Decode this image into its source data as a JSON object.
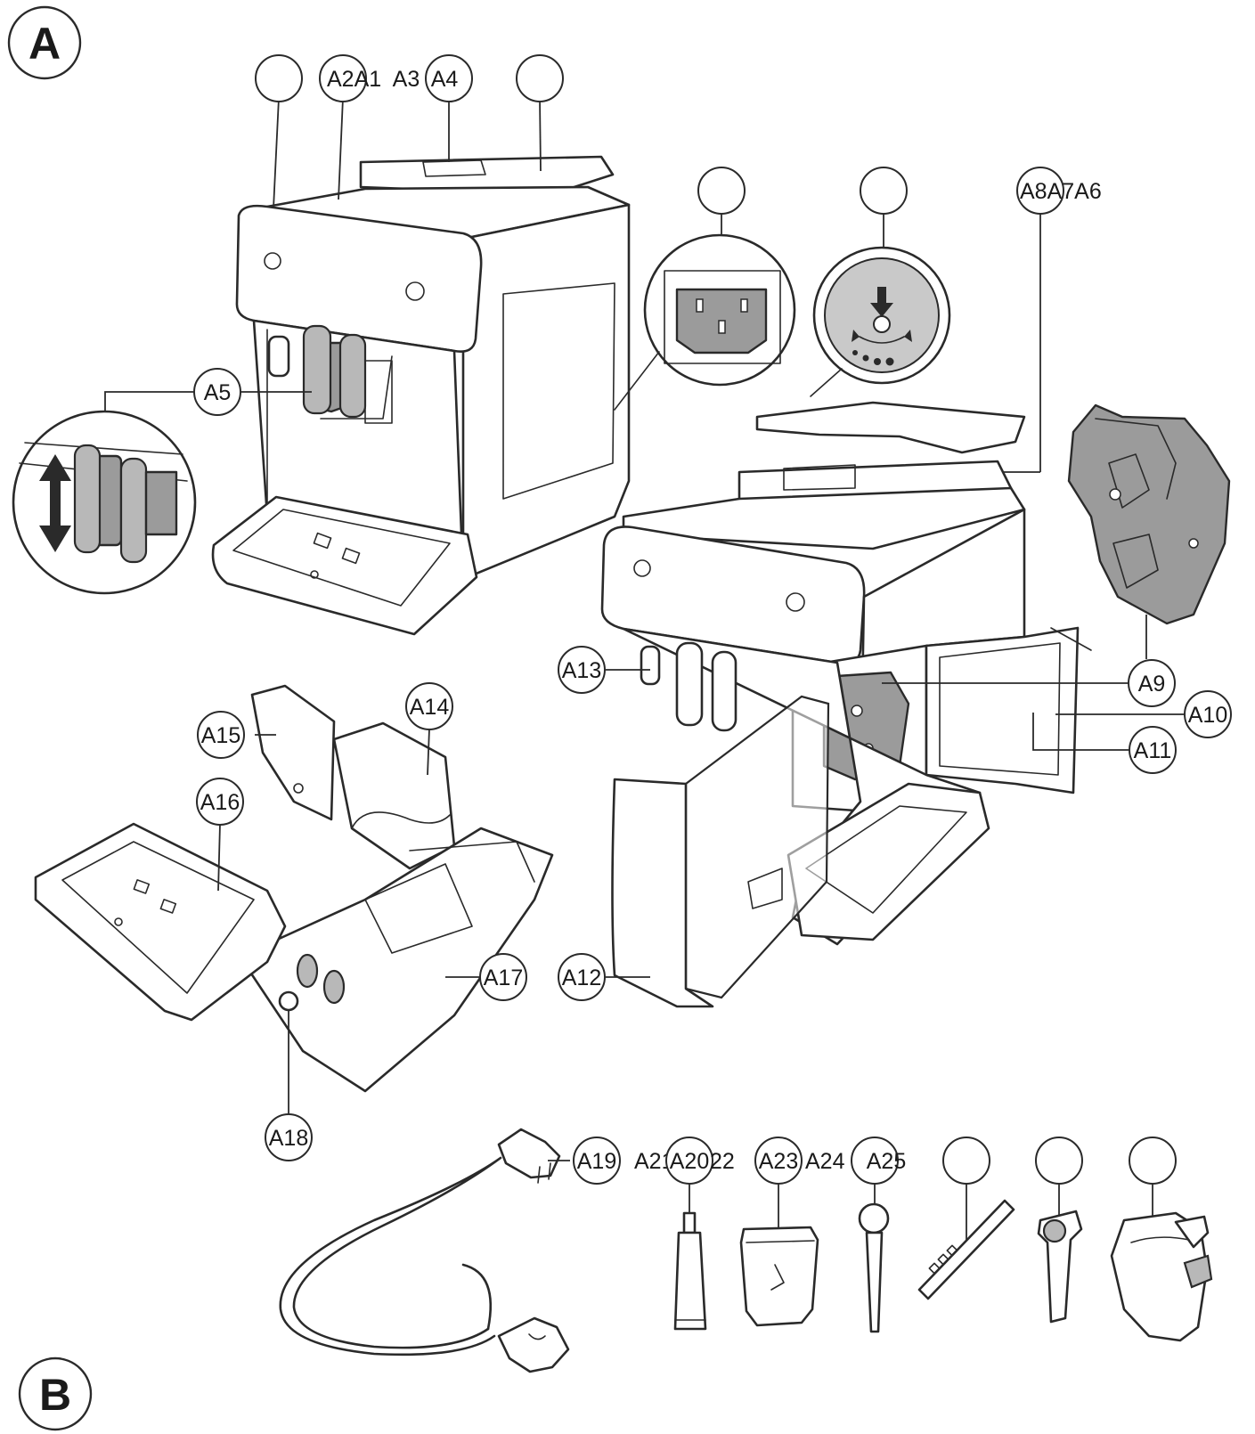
{
  "sections": {
    "a": "A",
    "b": "B"
  },
  "callouts": {
    "a5": "A5",
    "a9": "A9",
    "a10": "A10",
    "a11": "A11",
    "a12": "A12",
    "a13": "A13",
    "a14": "A14",
    "a15": "A15",
    "a16": "A16",
    "a17": "A17",
    "a18": "A18",
    "a19": "A19",
    "a20": "A20",
    "a23": "A23",
    "a25": "A25"
  },
  "free_labels": {
    "top_group": "A2A1  A3  A4",
    "right_group": "A8A7A6",
    "bottom_a21": "A21",
    "bottom_a22": "22",
    "bottom_a24": "A24"
  },
  "icons": [
    "power-socket-icon",
    "grinder-dial-icon",
    "brew-group-icon",
    "power-cord-icon",
    "grease-tube-icon",
    "water-filter-icon",
    "measuring-scoop-icon",
    "test-strip-icon",
    "milk-spout-icon",
    "milk-jug-icon"
  ]
}
